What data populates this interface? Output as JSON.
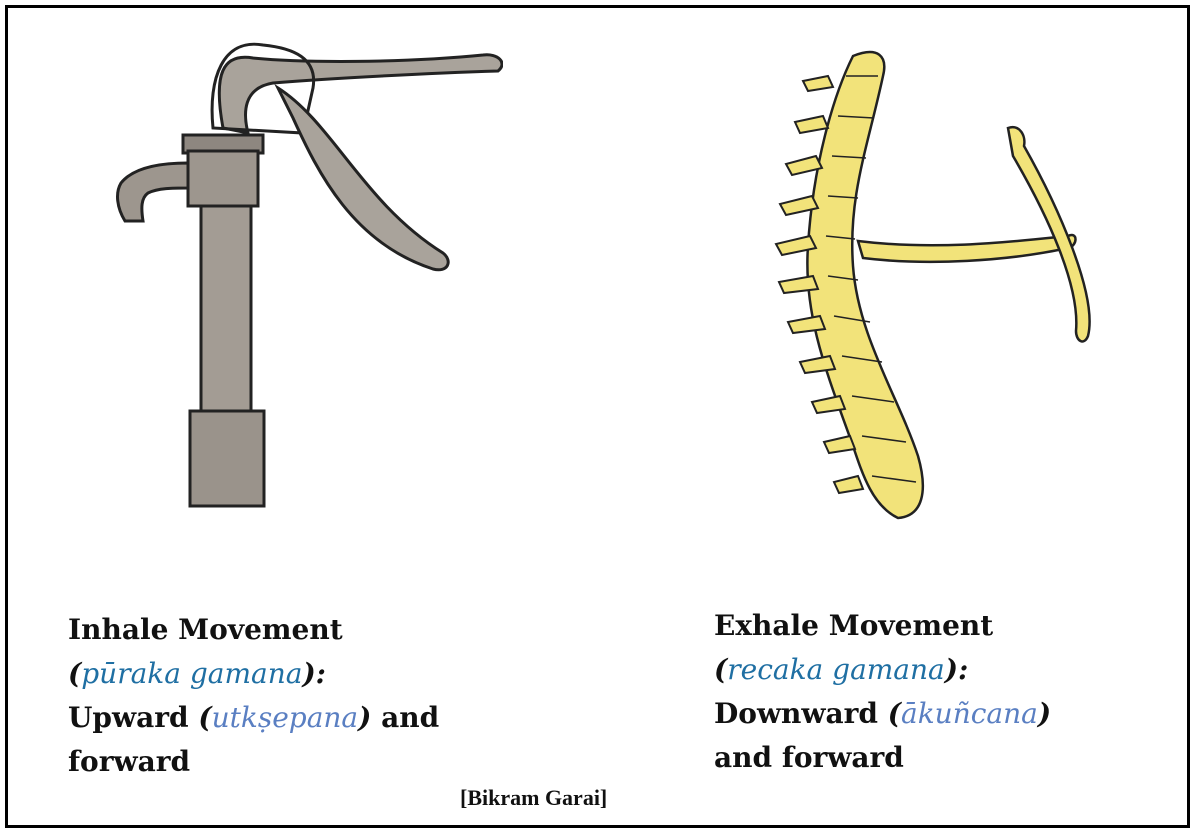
{
  "left": {
    "title": "Inhale Movement",
    "sanskrit": "pūraka gamana",
    "direction_start": "Upward",
    "direction_term": "utkṣepana",
    "direction_end": "and",
    "direction_line2": "forward"
  },
  "right": {
    "title": "Exhale Movement",
    "sanskrit": "recaka gamana",
    "direction_start": "Downward",
    "direction_term": "ākuñcana",
    "direction_line2": "and forward"
  },
  "credit": "[Bikram Garai]",
  "colors": {
    "sanskrit_term": "#1f6fa3",
    "direction_term": "#5a7fc2",
    "pump_fill": "#a9a39b",
    "spine_fill": "#f2e37a"
  }
}
